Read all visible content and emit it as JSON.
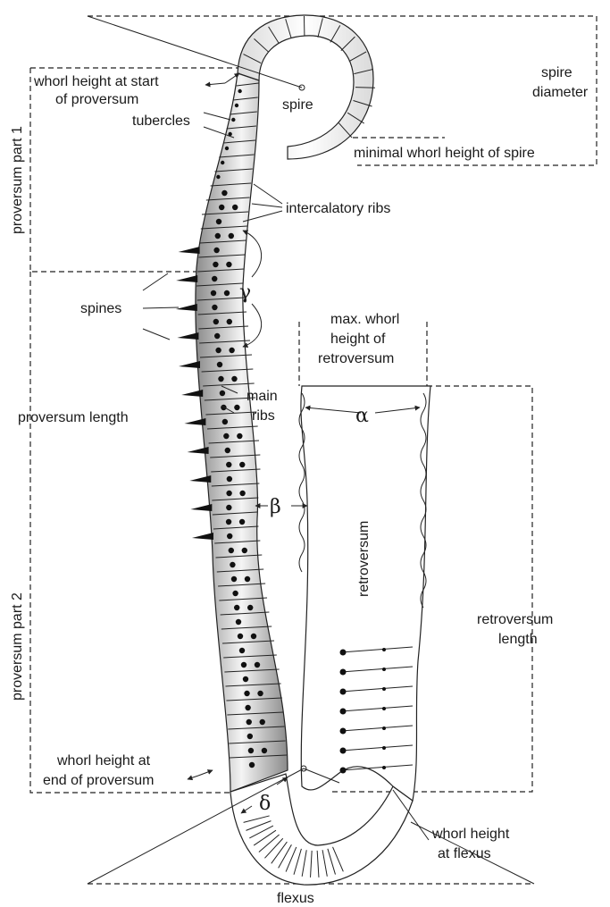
{
  "labels": {
    "whorl_start_1": "whorl height at start",
    "whorl_start_2": "of proversum",
    "spire": "spire",
    "spire_diameter_1": "spire",
    "spire_diameter_2": "diameter",
    "tubercles": "tubercles",
    "minimal_whorl": "minimal whorl height of spire",
    "proversum_part_1": "proversum part 1",
    "intercalatory_ribs": "intercalatory ribs",
    "gamma": "γ",
    "spines": "spines",
    "max_whorl_1": "max. whorl",
    "max_whorl_2": "height of",
    "max_whorl_3": "retroversum",
    "main_ribs_1": "main",
    "main_ribs_2": "ribs",
    "proversum_length": "proversum length",
    "alpha": "α",
    "beta": "β",
    "retroversum": "retroversum",
    "proversum_part_2": "proversum part 2",
    "retroversum_length_1": "retroversum",
    "retroversum_length_2": "length",
    "whorl_end_1": "whorl height at",
    "whorl_end_2": "end of proversum",
    "delta": "δ",
    "whorl_flexus_1": "whorl height",
    "whorl_flexus_2": "at flexus",
    "flexus": "flexus"
  },
  "colors": {
    "ink": "#222222",
    "shell_light": "#f4f4f4",
    "shell_dark": "#7a7a7a",
    "tubercle": "#111111"
  }
}
